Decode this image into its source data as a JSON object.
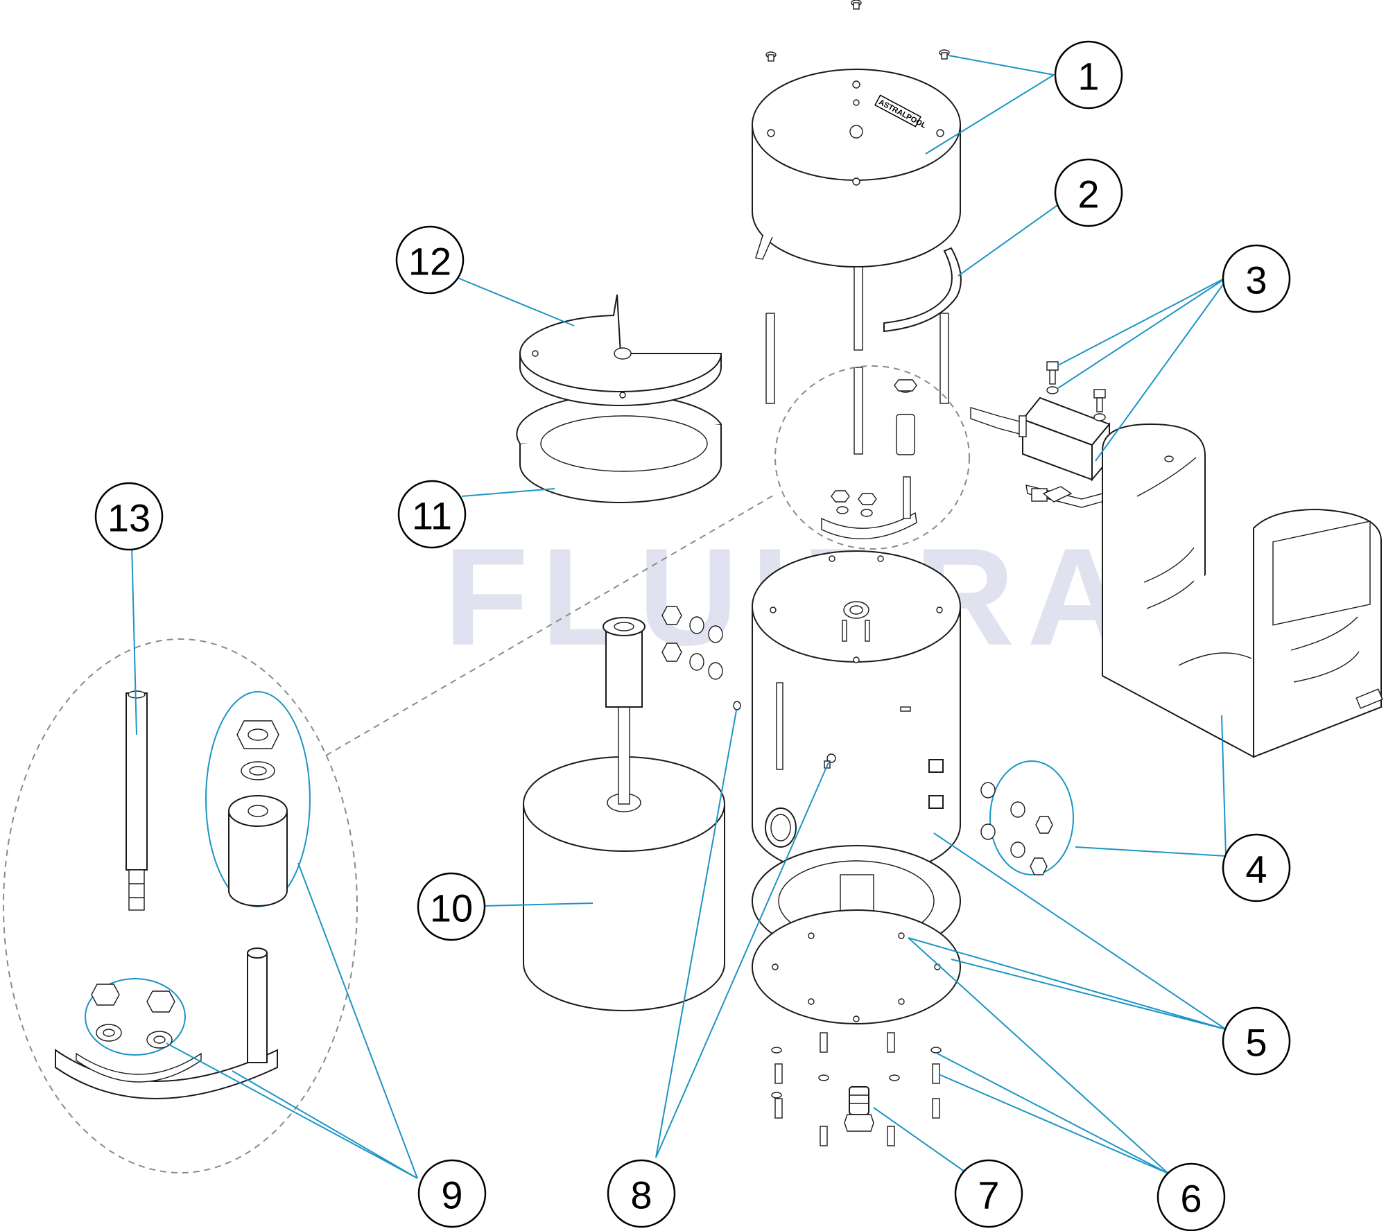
{
  "watermark": "FLUIDRA",
  "brand_label": "ASTRALPOOL",
  "callouts": [
    {
      "number": "1"
    },
    {
      "number": "2"
    },
    {
      "number": "3"
    },
    {
      "number": "4"
    },
    {
      "number": "5"
    },
    {
      "number": "6"
    },
    {
      "number": "7"
    },
    {
      "number": "8"
    },
    {
      "number": "9"
    },
    {
      "number": "10"
    },
    {
      "number": "11"
    },
    {
      "number": "12"
    },
    {
      "number": "13"
    }
  ],
  "colors": {
    "leader": "#1c95c4",
    "watermark": "#c9cbe2",
    "outline": "#1a1a1a"
  }
}
